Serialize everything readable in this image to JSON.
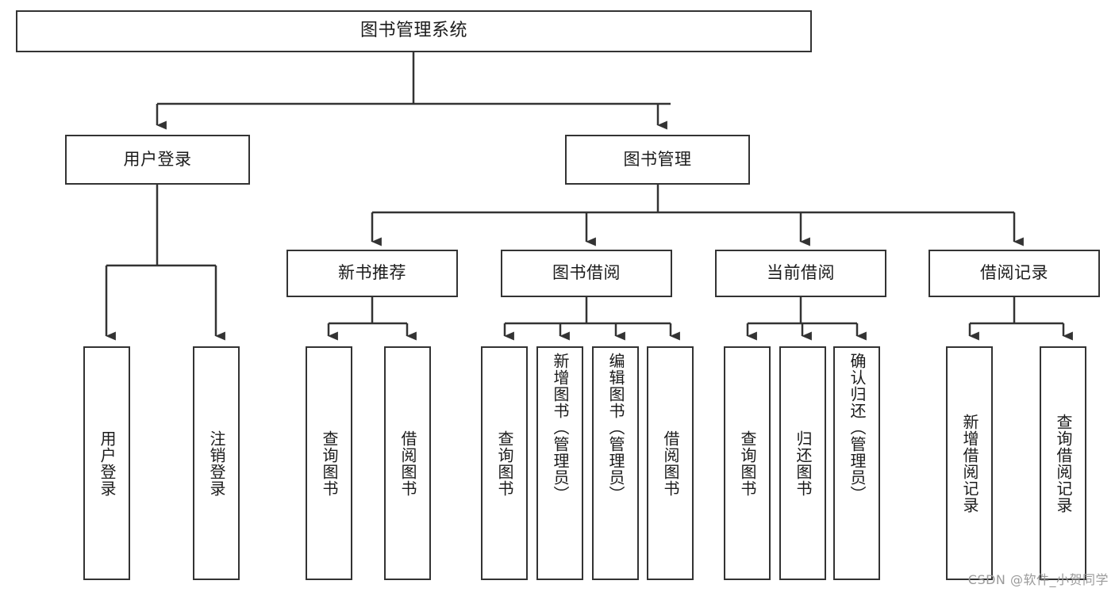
{
  "diagram": {
    "type": "tree",
    "title": "图书管理系统",
    "watermark": "CSDN @软件_小贺同学",
    "colors": {
      "box_border": "#333333",
      "box_fill": "#ffffff",
      "connector": "#333333",
      "text": "#1b1b1b",
      "watermark": "#9a9a9a"
    },
    "nodes": {
      "root": {
        "label": "图书管理系统"
      },
      "level1": [
        {
          "label": "用户登录"
        },
        {
          "label": "图书管理"
        }
      ],
      "level2": [
        {
          "label": "新书推荐"
        },
        {
          "label": "图书借阅"
        },
        {
          "label": "当前借阅"
        },
        {
          "label": "借阅记录"
        }
      ],
      "leaves": {
        "user_login": [
          {
            "label": "用户登录"
          },
          {
            "label": "注销登录"
          }
        ],
        "new_book": [
          {
            "label": "查询图书"
          },
          {
            "label": "借阅图书"
          }
        ],
        "borrow_book": [
          {
            "label": "查询图书"
          },
          {
            "label": "新增图书（管理员）"
          },
          {
            "label": "编辑图书（管理员）"
          },
          {
            "label": "借阅图书"
          }
        ],
        "current_borrow": [
          {
            "label": "查询图书"
          },
          {
            "label": "归还图书"
          },
          {
            "label": "确认归还（管理员）"
          }
        ],
        "borrow_record": [
          {
            "label": "新增借阅记录"
          },
          {
            "label": "查询借阅记录"
          }
        ]
      }
    }
  }
}
